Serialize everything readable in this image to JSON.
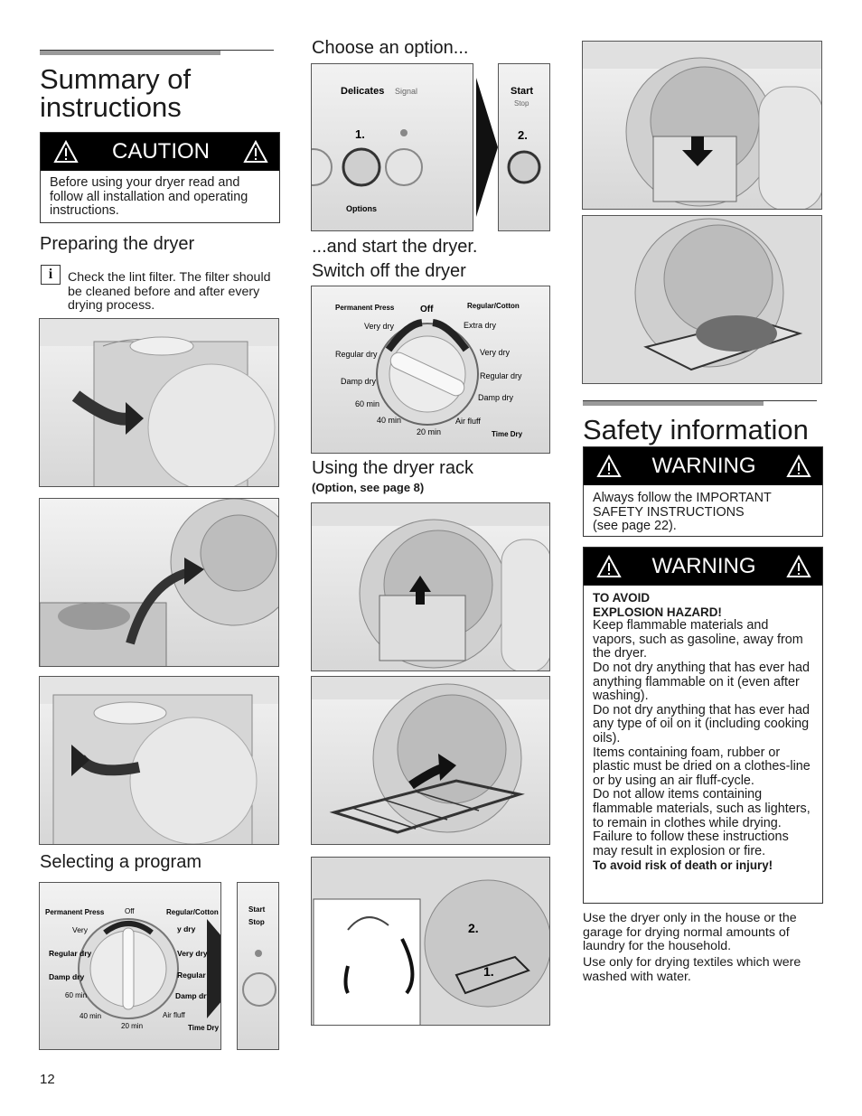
{
  "left": {
    "title_line1": "Summary of",
    "title_line2": "instructions",
    "caution": {
      "label": "CAUTION",
      "text": "Before using your dryer read and follow all installation and operating instructions."
    },
    "preparing_heading": "Preparing the dryer",
    "info_symbol": "i",
    "lint_note": "Check the lint filter. The filter should be cleaned before and after every drying process.",
    "selecting_heading": "Selecting a program",
    "dial": {
      "top_left": "Permanent Press",
      "top_mid": "Off",
      "top_right": "Regular/Cotton",
      "l1": "Very",
      "l2": "Regular dry",
      "l3": "Damp dry",
      "l4": "60 min",
      "l5": "40 min",
      "l6": "20 min",
      "r1": "y dry",
      "r2": "Very dry",
      "r3": "Regular dry",
      "r4": "Damp dry",
      "r5": "Air fluff",
      "r6": "Time Dry"
    },
    "start_stop_1": "Start",
    "start_stop_2": "Stop"
  },
  "middle": {
    "choose_heading": "Choose an option...",
    "panel": {
      "delicates": "Delicates",
      "signal": "Signal",
      "step1": "1.",
      "options": "Options",
      "start": "Start",
      "stop": "Stop",
      "step2": "2."
    },
    "start_heading": "...and start the dryer.",
    "switch_off_heading": "Switch off the dryer",
    "dial2": {
      "top_left": "Permanent Press",
      "top_mid": "Off",
      "top_right": "Regular/Cotton",
      "l1": "Very dry",
      "l2": "Regular dry",
      "l3": "Damp dry",
      "l4": "60 min",
      "l5": "40 min",
      "l6": "20 min",
      "r1": "Extra dry",
      "r2": "Very dry",
      "r3": "Regular dry",
      "r4": "Damp dry",
      "r5": "Air fluff",
      "r6": "Time Dry"
    },
    "rack_heading": "Using the dryer rack",
    "rack_sub": "(Option, see page 8)",
    "rack_step2": "2.",
    "rack_step1": "1."
  },
  "right": {
    "safety_heading": "Safety information",
    "warning1": {
      "label": "WARNING",
      "l1": "Always follow the IMPORTANT",
      "l2": "SAFETY INSTRUCTIONS",
      "l3": "(see page 22)."
    },
    "warning2": {
      "label": "WARNING",
      "hazard1": "TO AVOID",
      "hazard2": "EXPLOSION HAZARD!",
      "p1": "Keep flammable materials and vapors, such as gasoline, away from the dryer.",
      "p2": "Do not dry anything that has ever had anything flammable on it (even after washing).",
      "p3": "Do not dry anything that has ever had any type of oil on it (including cooking oils).",
      "p4": "Items containing foam, rubber or plastic must be dried on a clothes-line or by using an air fluff-cycle.",
      "p5": "Do not allow items containing flammable materials, such as lighters, to remain in clothes while drying.",
      "p6": "Failure to follow these instructions may result in explosion or fire.",
      "final": "To avoid risk of death or injury!"
    },
    "note1": "Use the dryer only in the house or the garage for drying normal amounts of laundry for the household.",
    "note2": "Use only for drying textiles which were washed with water."
  },
  "page_number": "12"
}
